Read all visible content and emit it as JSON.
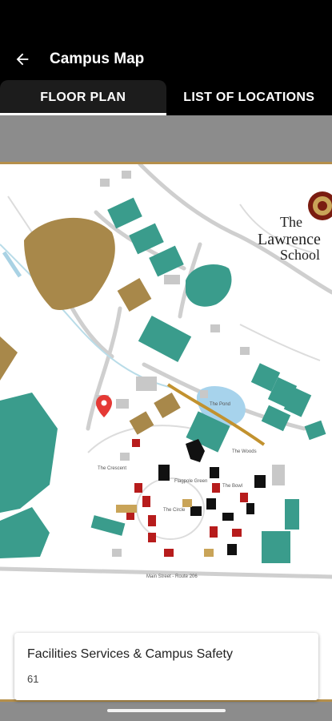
{
  "app_bar": {
    "title": "Campus Map",
    "back_icon": "arrow-back-icon"
  },
  "tabs": [
    {
      "label": "FLOOR PLAN",
      "active": true
    },
    {
      "label": "LIST OF LOCATIONS",
      "active": false
    }
  ],
  "map": {
    "logo": {
      "line1": "The",
      "line2": "Lawrence",
      "line3": "School"
    },
    "labels": {
      "the_pond": "The Pond",
      "the_woods": "The Woods",
      "the_circle": "The Circle",
      "the_bowl": "The Bowl",
      "flagpole_green": "Flagpole Green",
      "the_crescent": "The Crescent",
      "main_street": "Main Street - Route 206"
    },
    "colors": {
      "teal": "#3a9c8c",
      "gold": "#a8884a",
      "red": "#b71c1c",
      "building": "#c8c8c8",
      "black": "#111111",
      "frame": "#b58f4a",
      "marker": "#e53935"
    }
  },
  "info_card": {
    "title": "Facilities Services & Campus Safety",
    "number": "61"
  }
}
